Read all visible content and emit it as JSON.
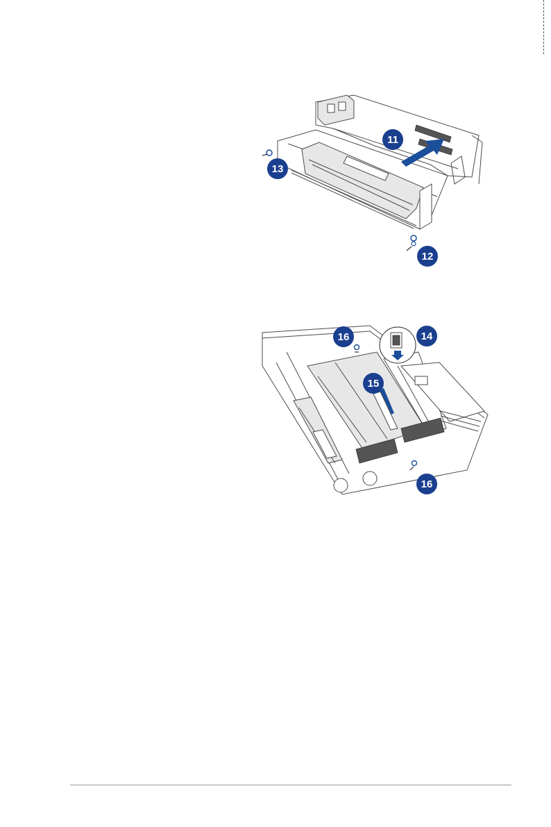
{
  "figure_top": {
    "callouts": [
      "11",
      "12",
      "13"
    ]
  },
  "figure_bottom": {
    "callouts": [
      "14",
      "15",
      "16",
      "16"
    ]
  },
  "colors": {
    "callout": "#1b3f8f",
    "arrow": "#1b4f9c",
    "line_art": "#4a4a4a"
  }
}
